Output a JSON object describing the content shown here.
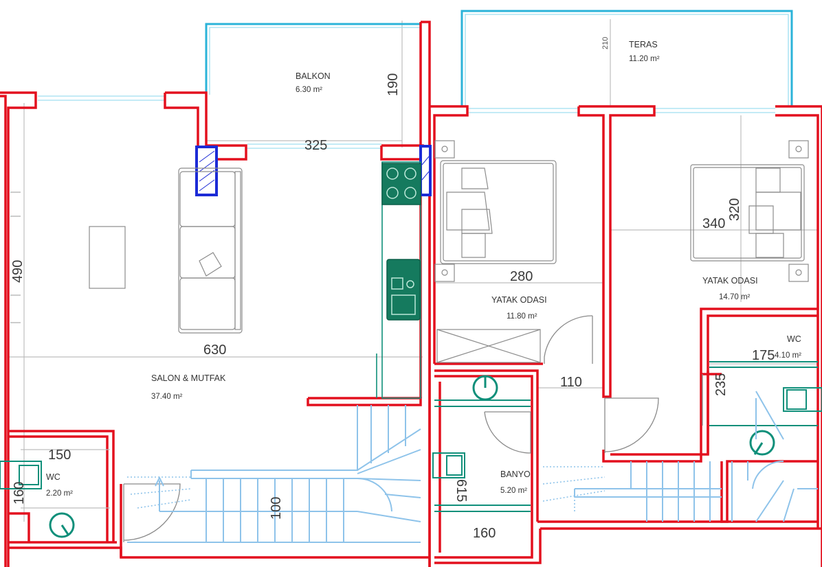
{
  "rooms": {
    "balkon": {
      "name": "BALKON",
      "area": "6.30 m²"
    },
    "teras": {
      "name": "TERAS",
      "area": "11.20 m²"
    },
    "salon": {
      "name": "SALON & MUTFAK",
      "area": "37.40 m²"
    },
    "wc_left": {
      "name": "WC",
      "area": "2.20 m²"
    },
    "yatak1": {
      "name": "YATAK ODASI",
      "area": "11.80 m²"
    },
    "yatak2": {
      "name": "YATAK ODASI",
      "area": "14.70 m²"
    },
    "wc_right": {
      "name": "WC",
      "area": "4.10 m²"
    },
    "banyo": {
      "name": "BANYO",
      "area": "5.20 m²"
    }
  },
  "dimensions": {
    "balkon_width": "325",
    "balkon_depth": "190",
    "teras_depth": "210",
    "salon_depth": "490",
    "salon_width": "630",
    "wc_left_width": "150",
    "wc_left_depth": "160",
    "stair_length": "100",
    "yatak1_width": "280",
    "hall_width": "110",
    "banyo_depth": "615",
    "banyo_width": "160",
    "yatak2_width": "340",
    "yatak2_depth": "320",
    "wc_right_width": "175",
    "wc_right_depth": "235"
  },
  "colors": {
    "wall": "#e3101e",
    "glazing": "#2bb3d9",
    "column": "#1c2bd6",
    "fixtures": "#0f8f7a",
    "stairs": "#8ec3ea"
  }
}
